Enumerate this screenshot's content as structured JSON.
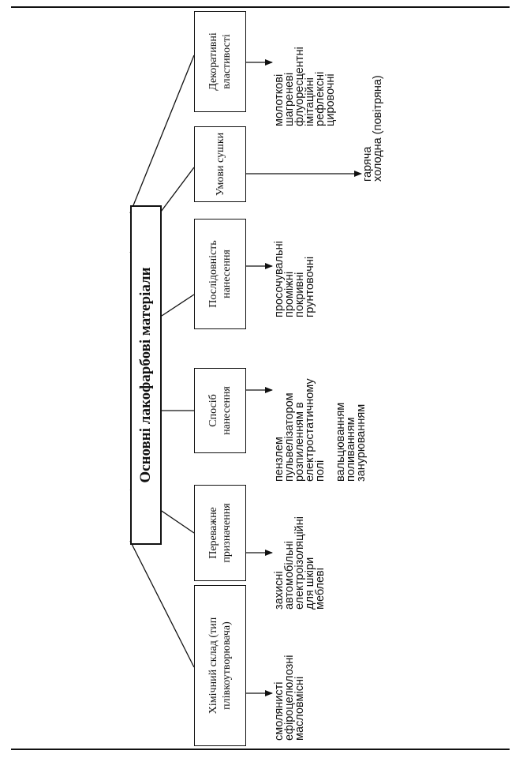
{
  "title": "Основні лакофарбові матеріали",
  "categories": [
    {
      "label": "Хімічний склад (тип плівкоутворювача)",
      "items": [
        "смолянисті",
        "ефіроцелюлозні",
        "масловмісні"
      ]
    },
    {
      "label": "Переважне призначення",
      "items": [
        "захисні",
        "автомобільні",
        "електроізоляційні",
        "для шкіри",
        "меблеві"
      ]
    },
    {
      "label": "Спосіб нанесення",
      "items": [
        "пензлем",
        "пульвелізатором",
        "розпиленням в",
        "електростатичному",
        "полі",
        "",
        "вальцюванням",
        "поливанням",
        "занурюванням"
      ]
    },
    {
      "label": "Послідовність нанесення",
      "items": [
        "просочувальні",
        "проміжні",
        "покривні",
        "грунтовочні"
      ]
    },
    {
      "label": "Умови сушки",
      "items": [
        "гаряча",
        "холодна (повітряна)"
      ]
    },
    {
      "label": "Декоративні властивості",
      "items": [
        "молоткові",
        "шагреневі",
        "флуоресцентні",
        "імітаційні",
        "рефлексні",
        "цировочні"
      ]
    }
  ]
}
